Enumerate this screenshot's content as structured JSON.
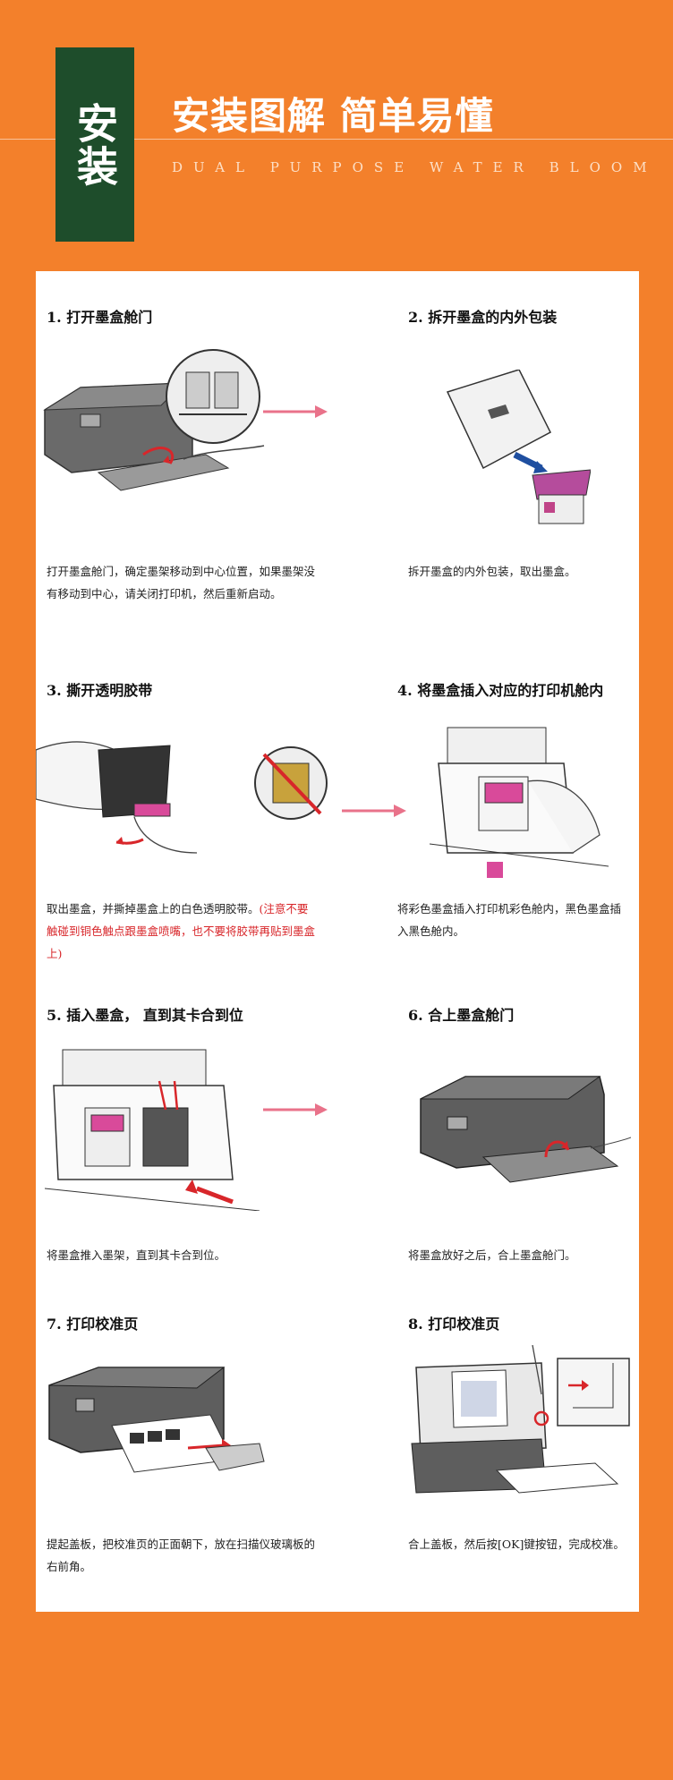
{
  "header": {
    "badge": "安装",
    "title": "安装图解  简单易懂",
    "subtitle": "DUAL PURPOSE WATER BLOOM"
  },
  "colors": {
    "background": "#f3802b",
    "badge": "#1e4d2b",
    "arrow": "#e9728a",
    "warning": "#d8262a"
  },
  "steps": [
    {
      "title": "1. 打开墨盒舱门",
      "desc": "打开墨盒舱门，确定墨架移动到中心位置，如果墨架没有移动到中心，请关闭打印机，然后重新启动。"
    },
    {
      "title": "2. 拆开墨盒的内外包装",
      "desc": "拆开墨盒的内外包装，取出墨盒。"
    },
    {
      "title": "3. 撕开透明胶带",
      "desc": "取出墨盒，并撕掉墨盒上的白色透明胶带。",
      "warning": "(注意不要触碰到铜色触点跟墨盒喷嘴，也不要将胶带再贴到墨盒上)"
    },
    {
      "title": "4. 将墨盒插入对应的打印机舱内",
      "desc": "将彩色墨盒插入打印机彩色舱内，黑色墨盒插入黑色舱内。"
    },
    {
      "title": "5. 插入墨盒， 直到其卡合到位",
      "desc": "将墨盒推入墨架，直到其卡合到位。"
    },
    {
      "title": "6. 合上墨盒舱门",
      "desc": "将墨盒放好之后，合上墨盒舱门。"
    },
    {
      "title": "7. 打印校准页",
      "desc": "提起盖板，把校准页的正面朝下，放在扫描仪玻璃板的右前角。"
    },
    {
      "title": "8. 打印校准页",
      "desc": "合上盖板，然后按[OK]键按钮，完成校准。"
    }
  ]
}
